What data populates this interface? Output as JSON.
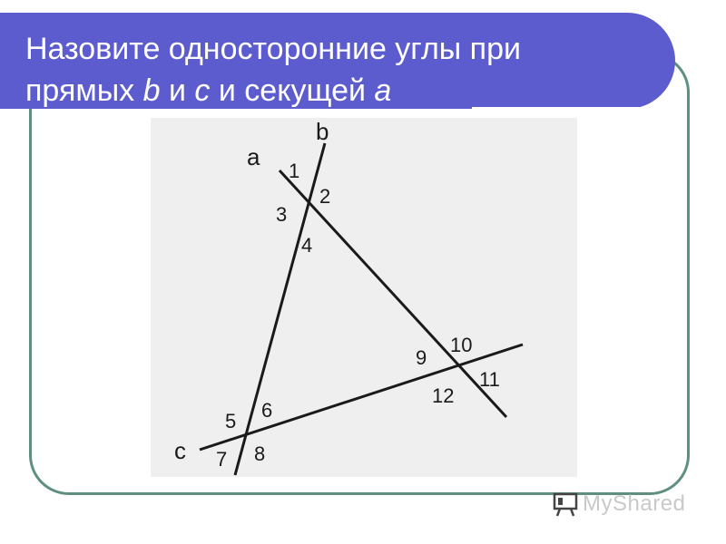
{
  "slide": {
    "title_line1": "Назовите односторонние углы при",
    "title_line2_prefix": "прямых ",
    "title_line2_b": "b",
    "title_line2_mid1": " и ",
    "title_line2_c": "c",
    "title_line2_mid2": " и секущей ",
    "title_line2_a": "a"
  },
  "diagram": {
    "line_labels": {
      "a": "a",
      "b": "b",
      "c": "c"
    },
    "angles": [
      "1",
      "2",
      "3",
      "4",
      "5",
      "6",
      "7",
      "8",
      "9",
      "10",
      "11",
      "12"
    ]
  },
  "watermark": {
    "text": "MyShared",
    "icon": "presentation-board-icon"
  },
  "colors": {
    "title_bg": "#5c5ccf",
    "frame": "#5f8f7f",
    "line": "#1a1a1a"
  }
}
